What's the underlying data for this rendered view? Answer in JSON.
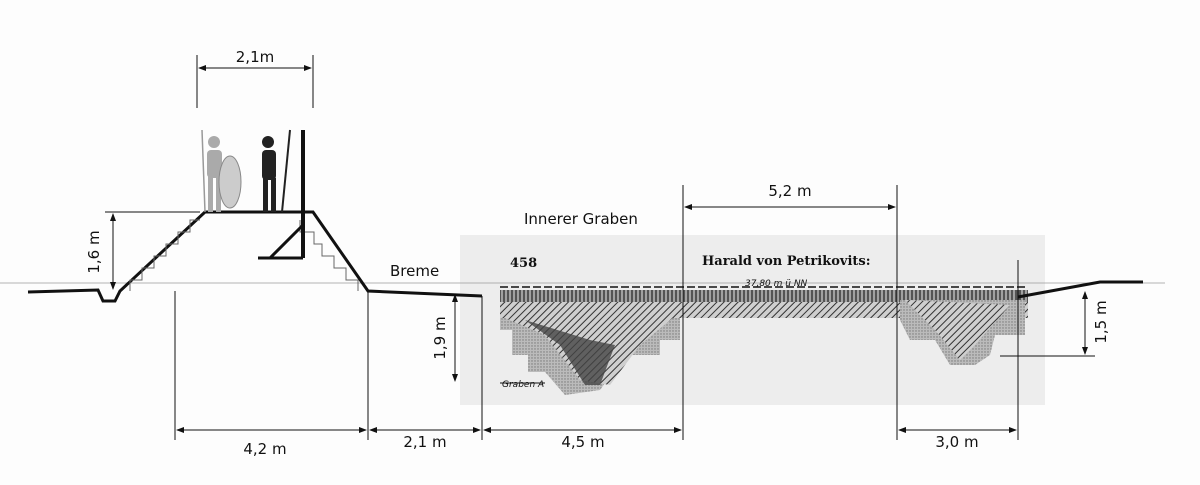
{
  "title": "Innerer Graben",
  "dimensions": {
    "tower_width": "2,1m",
    "rampart_height": "1,6 m",
    "trench_width": "5,2 m",
    "trench_a_depth": "1,9 m",
    "right_depth": "1,5 m",
    "rampart_base": "4,2 m",
    "berm_width": "2,1 m",
    "ditch_a_width": "4,5 m",
    "right_ditch_width": "3,0 m"
  },
  "labels": {
    "berm": "Breme",
    "inner_ditch": "Innerer Graben",
    "page_number": "458",
    "author": "Harald von Petrikovits:",
    "elevation": "37,80 m ü NN",
    "trench_a": "Graben A"
  },
  "colors": {
    "ink": "#111111",
    "section_bg": "#d9d9d9"
  }
}
